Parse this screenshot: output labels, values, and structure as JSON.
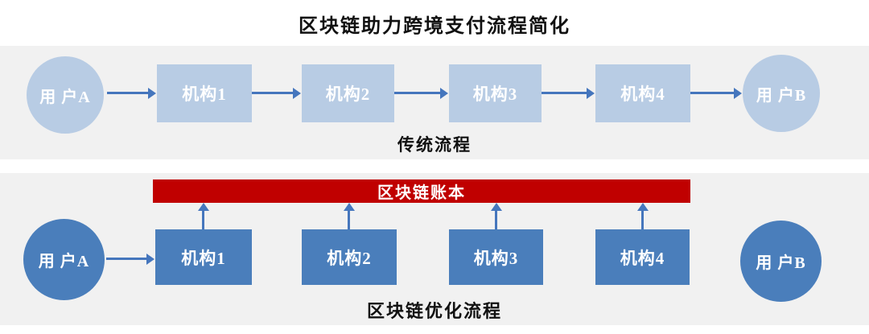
{
  "title": "区块链助力跨境支付流程简化",
  "colors": {
    "light_blue": "#b8cce4",
    "medium_blue": "#4a7ebb",
    "arrow_blue": "#4576bd",
    "red": "#c00000",
    "band_bg": "#f1f1f1",
    "text_dark": "#111111",
    "white": "#ffffff"
  },
  "traditional": {
    "label": "传统流程",
    "user_a": "用 户A",
    "user_b": "用 户B",
    "nodes": [
      "机构1",
      "机构2",
      "机构3",
      "机构4"
    ]
  },
  "blockchain": {
    "label": "区块链优化流程",
    "ledger": "区块链账本",
    "user_a": "用 户A",
    "user_b": "用 户B",
    "nodes": [
      "机构1",
      "机构2",
      "机构3",
      "机构4"
    ]
  }
}
